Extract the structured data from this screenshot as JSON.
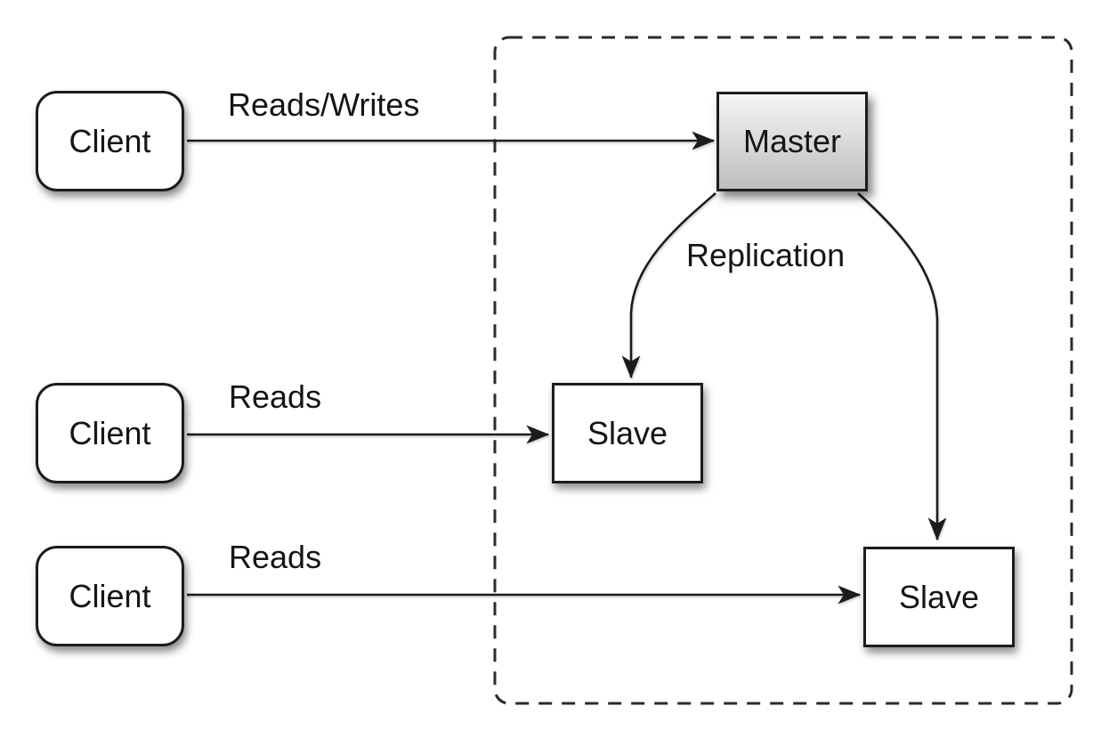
{
  "diagram": {
    "nodes": {
      "client_top": {
        "label": "Client"
      },
      "client_middle": {
        "label": "Client"
      },
      "client_bottom": {
        "label": "Client"
      },
      "master": {
        "label": "Master"
      },
      "slave_middle": {
        "label": "Slave"
      },
      "slave_bottom": {
        "label": "Slave"
      }
    },
    "edge_labels": {
      "reads_writes": "Reads/Writes",
      "reads_middle": "Reads",
      "reads_bottom": "Reads",
      "replication": "Replication"
    },
    "colors": {
      "background": "#ffffff",
      "stroke": "#1c1c1c",
      "text": "#151515",
      "node_fill": "#ffffff",
      "master_gradient_top": "#f6f6f6",
      "master_gradient_bottom": "#bdbdbd",
      "boundary_dash": "#2b2b2b"
    }
  }
}
